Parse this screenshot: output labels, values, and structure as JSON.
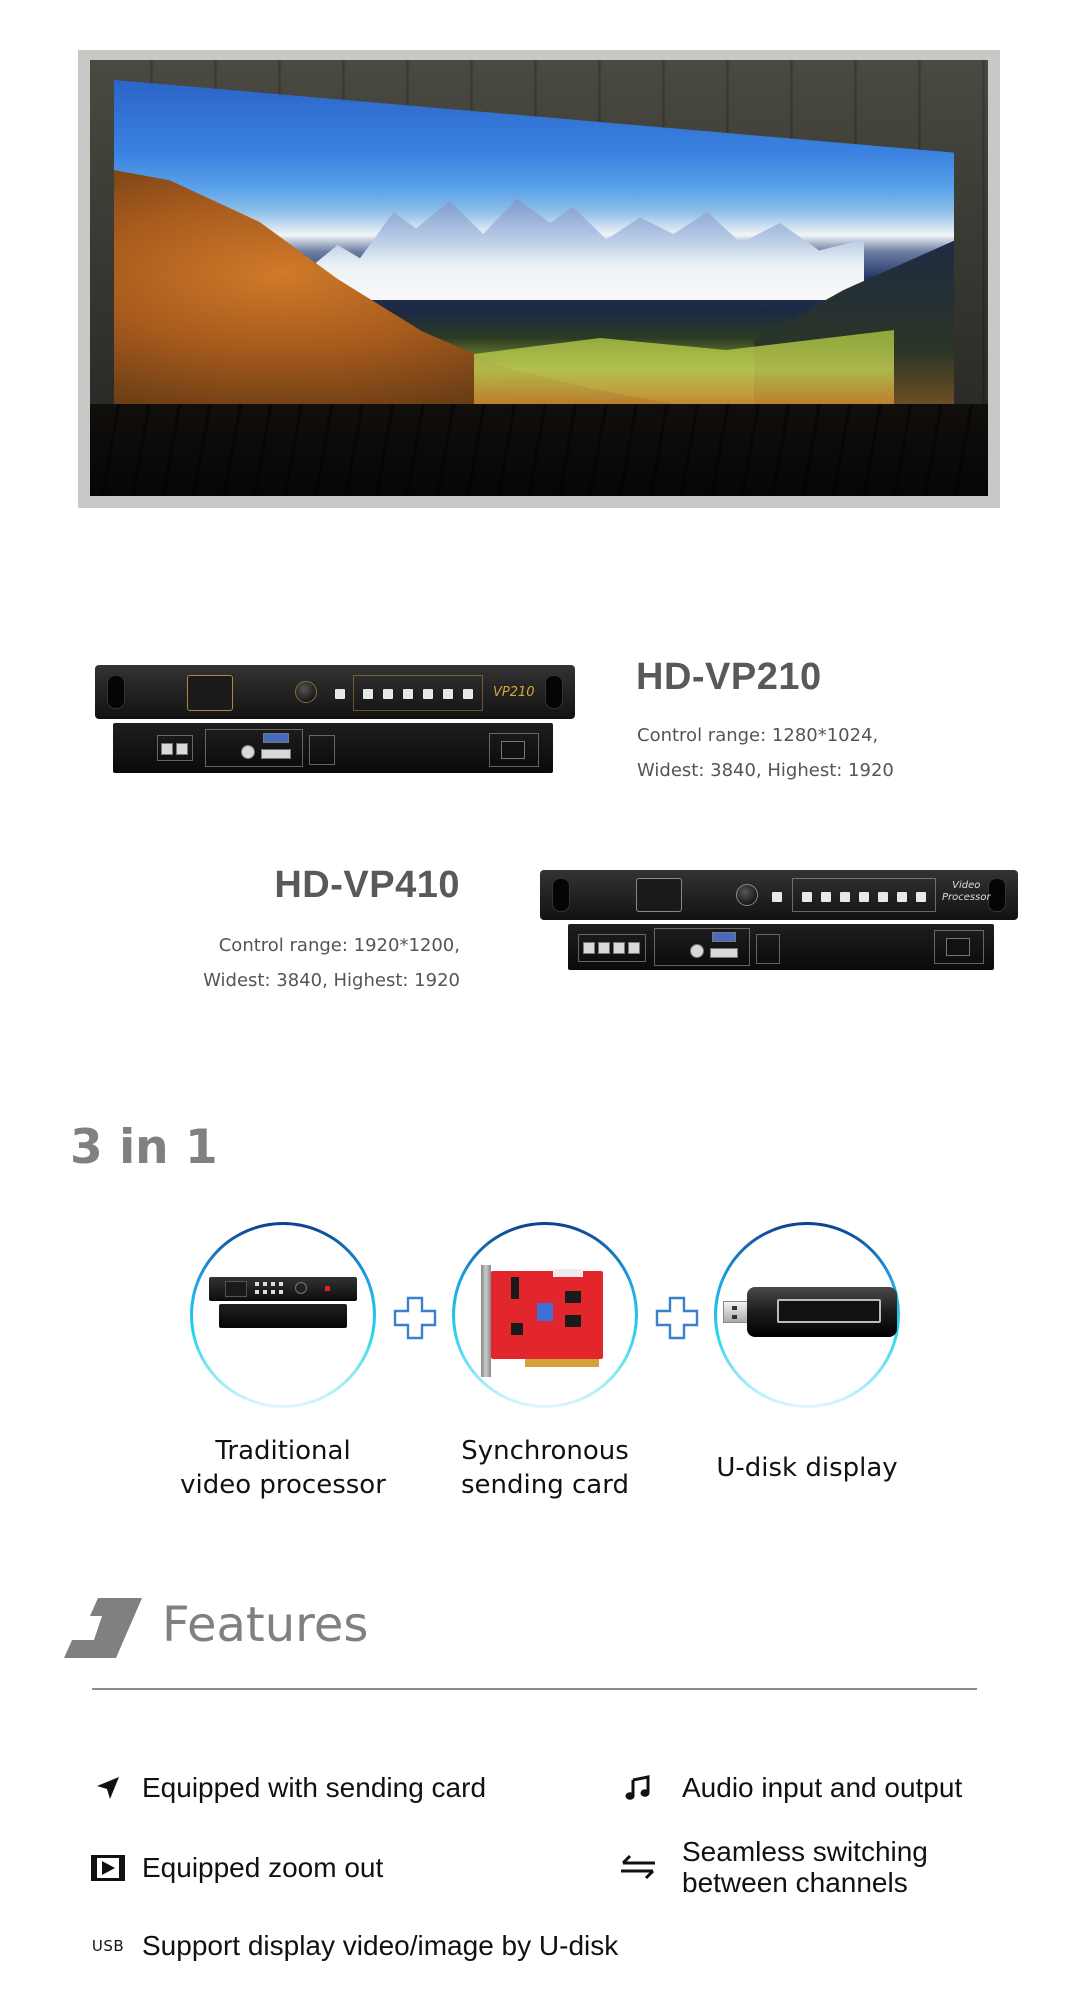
{
  "hero": {
    "image": "led-video-wall-mountain-landscape-photo"
  },
  "products": [
    {
      "model": "HD-VP210",
      "spec_line1": "Control range: 1280*1024,",
      "spec_line2": "Widest: 3840, Highest: 1920",
      "device_logo": "VP210",
      "image": "hd-vp210-video-processor-front-and-back"
    },
    {
      "model": "HD-VP410",
      "spec_line1": "Control range: 1920*1200,",
      "spec_line2": "Widest: 3840, Highest: 1920",
      "device_logo_line1": "Video",
      "device_logo_line2": "Processor",
      "image": "hd-vp410-video-processor-front-and-back"
    }
  ],
  "three_in_one": {
    "title": "3 in 1",
    "items": [
      {
        "line1": "Traditional",
        "line2": "video processor",
        "image": "video-processor-unit"
      },
      {
        "line1": "Synchronous",
        "line2": "sending card",
        "image": "red-sending-card-pcb"
      },
      {
        "line1": "U-disk display",
        "line2": "",
        "image": "usb-flash-drive"
      }
    ],
    "separator_icon": "plus-icon",
    "ring_colors": [
      "#0d3f8f",
      "#1e9fe0",
      "#27d4ec"
    ],
    "plus_color": "#3a7fd0"
  },
  "features": {
    "title": "Features",
    "title_icon": "bracket-slash-icon",
    "items": [
      {
        "icon": "send-arrow-icon",
        "text": "Equipped with sending card"
      },
      {
        "icon": "music-note-icon",
        "text": "Audio input and output"
      },
      {
        "icon": "play-frame-icon",
        "text": "Equipped zoom out"
      },
      {
        "icon": "switch-arrows-icon",
        "text_line1": "Seamless switching",
        "text_line2": "between channels"
      },
      {
        "icon": "usb-icon",
        "icon_label": "USB",
        "text": "Support display video/image by U-disk"
      }
    ]
  },
  "colors": {
    "heading_gray": "#808080",
    "model_gray": "#595959",
    "text": "#111111"
  }
}
